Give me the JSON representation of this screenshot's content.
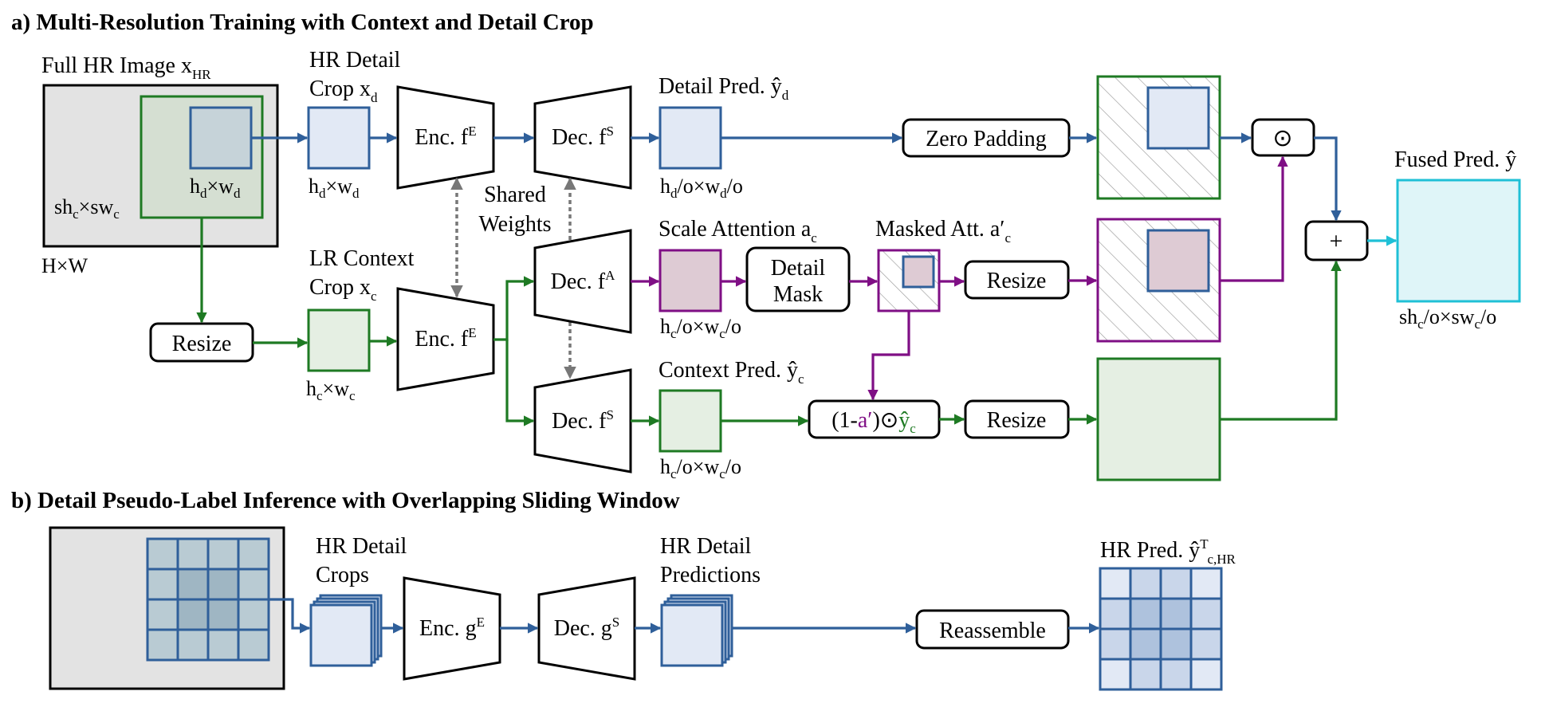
{
  "section_a": {
    "title": "a) Multi-Resolution Training with Context and Detail Crop",
    "full_hr_image": {
      "label": "Full HR Image x",
      "sub": "HR",
      "dim_hw": "H×W"
    },
    "crop_context_dim": {
      "p1": "sh",
      "s1": "c",
      "p2": "×sw",
      "s2": "c"
    },
    "crop_detail_dim": {
      "p1": "h",
      "s1": "d",
      "p2": "×w",
      "s2": "d"
    },
    "hr_detail_crop": {
      "line1": "HR Detail",
      "line2": "Crop x",
      "sub": "d",
      "dim": {
        "p1": "h",
        "s1": "d",
        "p2": "×w",
        "s2": "d"
      }
    },
    "enc_top": {
      "text": "Enc. f",
      "sup": "E"
    },
    "dec_top": {
      "text": "Dec. f",
      "sup": "S"
    },
    "shared_weights": {
      "line1": "Shared",
      "line2": "Weights"
    },
    "detail_pred": {
      "label": "Detail Pred. ŷ",
      "sub": "d",
      "dim": {
        "p1": "h",
        "s1": "d",
        "p2": "/o×w",
        "s2": "d",
        "p3": "/o"
      }
    },
    "zero_padding": "Zero Padding",
    "odot_symbol": "⊙",
    "plus_symbol": "+",
    "fused_pred": {
      "label": "Fused Pred. ŷ",
      "dim": {
        "p1": "sh",
        "s1": "c",
        "p2": "/o×sw",
        "s2": "c",
        "p3": "/o"
      }
    },
    "resize_left": "Resize",
    "lr_context_crop": {
      "line1": "LR Context",
      "line2": "Crop x",
      "sub": "c",
      "dim": {
        "p1": "h",
        "s1": "c",
        "p2": "×w",
        "s2": "c"
      }
    },
    "enc_bottom": {
      "text": "Enc. f",
      "sup": "E"
    },
    "dec_attention": {
      "text": "Dec. f",
      "sup": "A"
    },
    "scale_attention": {
      "label": "Scale Attention a",
      "sub": "c",
      "dim": {
        "p1": "h",
        "s1": "c",
        "p2": "/o×w",
        "s2": "c",
        "p3": "/o"
      }
    },
    "detail_mask": {
      "line1": "Detail",
      "line2": "Mask"
    },
    "masked_att": {
      "label": "Masked Att. a′",
      "sub": "c"
    },
    "resize_mid": "Resize",
    "dec_context": {
      "text": "Dec. f",
      "sup": "S"
    },
    "context_pred": {
      "label": "Context Pred. ŷ",
      "sub": "c",
      "dim": {
        "p1": "h",
        "s1": "c",
        "p2": "/o×w",
        "s2": "c",
        "p3": "/o"
      }
    },
    "inverse_mask": {
      "p1": "(1-",
      "a": "a′",
      "p2": ")⊙",
      "y": "ŷ",
      "ys": "c"
    },
    "resize_bottom": "Resize"
  },
  "section_b": {
    "title": "b) Detail Pseudo-Label Inference with Overlapping Sliding Window",
    "hr_detail_crops": {
      "line1": "HR Detail",
      "line2": "Crops"
    },
    "enc": {
      "text": "Enc. g",
      "sup": "E"
    },
    "dec": {
      "text": "Dec. g",
      "sup": "S"
    },
    "hr_detail_predictions": {
      "line1": "HR Detail",
      "line2": "Predictions"
    },
    "reassemble": "Reassemble",
    "hr_pred": {
      "label": "HR Pred. ŷ",
      "sup": "T",
      "sub": "c,HR"
    }
  },
  "colors": {
    "blue": "#2f5f9a",
    "green": "#1e7a23",
    "purple": "#7f0f85",
    "cyan": "#1fc0d6",
    "gray": "#777777",
    "blue_fill": "#e2e9f5",
    "green_fill": "#e5efe3",
    "pink_fill": "#decbd4",
    "cyan_fill": "#dff5f8",
    "image_fill": "#e3e3e3"
  }
}
